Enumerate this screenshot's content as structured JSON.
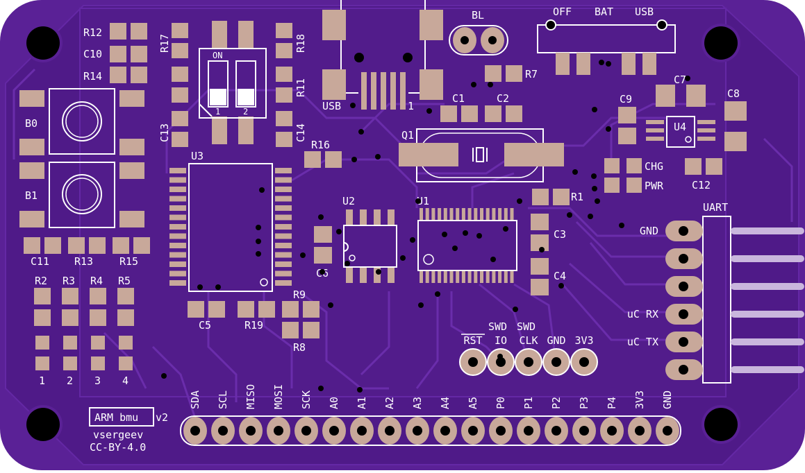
{
  "board": {
    "colors": {
      "substrate": "#5a2196",
      "copper_plane": "#4f1a88",
      "trace": "#6a2dab",
      "pad": "#c8a89a",
      "silk": "#ffffff",
      "hole": "#000000"
    },
    "labels": {
      "r12": "R12",
      "c10": "C10",
      "r14": "R14",
      "r17": "R17",
      "r18": "R18",
      "r11": "R11",
      "c13": "C13",
      "c14": "C14",
      "on": "ON",
      "sw1": "1",
      "sw2": "2",
      "usb_conn": "USB",
      "usb_pin1": "1",
      "bl": "BL",
      "r7": "R7",
      "sw_off": "OFF",
      "sw_bat": "BAT",
      "sw_usb": "USB",
      "c1": "C1",
      "c2": "C2",
      "c7": "C7",
      "c8": "C8",
      "c9": "C9",
      "u4": "U4",
      "chg": "CHG",
      "pwr": "PWR",
      "c12": "C12",
      "q1": "Q1",
      "r16": "R16",
      "u3": "U3",
      "b0": "B0",
      "b1": "B1",
      "c11": "C11",
      "r13": "R13",
      "r15": "R15",
      "r2": "R2",
      "r3": "R3",
      "r4": "R4",
      "r5": "R5",
      "n1": "1",
      "n2": "2",
      "n3": "3",
      "n4": "4",
      "c5": "C5",
      "r19": "R19",
      "r9": "R9",
      "r8": "R8",
      "u2": "U2",
      "c6": "C6",
      "u1": "U1",
      "r1": "R1",
      "c3": "C3",
      "c4": "C4",
      "uart": "UART",
      "swd_top1": "SWD",
      "swd_top2": "SWD",
      "product": "ARM bmu",
      "version": "v2",
      "author": "vsergeev",
      "license": "CC-BY-4.0"
    },
    "swd_pins": [
      "RST",
      "IO",
      "CLK",
      "GND",
      "3V3"
    ],
    "uart_pins": [
      "GND",
      "",
      "",
      "uC  RX",
      "uC  TX",
      ""
    ],
    "header_pins": [
      "SDA",
      "SCL",
      "MISO",
      "MOSI",
      "SCK",
      "A0",
      "A1",
      "A2",
      "A3",
      "A4",
      "A5",
      "P0",
      "P1",
      "P2",
      "P3",
      "P4",
      "3V3",
      "GND"
    ]
  }
}
